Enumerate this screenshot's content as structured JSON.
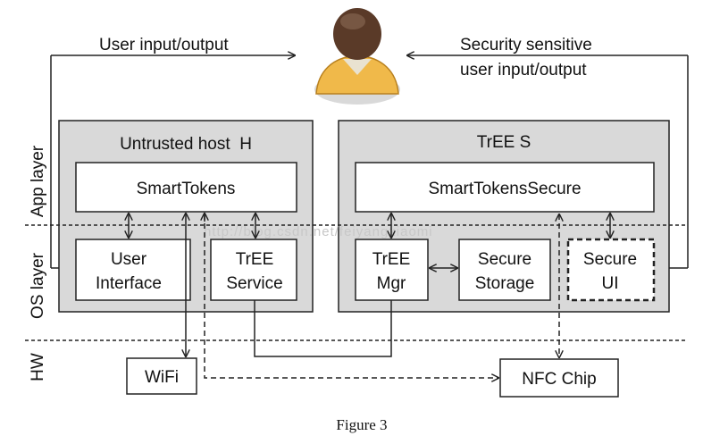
{
  "labels": {
    "user_io": "User input/output",
    "secure_io_line1": "Security sensitive",
    "secure_io_line2": "user input/output",
    "untrusted_host": "Untrusted host  H",
    "tree": "TrEE S",
    "smarttokens": "SmartTokens",
    "smarttokens_secure": "SmartTokensSecure",
    "user_interface_line1": "User",
    "user_interface_line2": "Interface",
    "tree_service_line1": "TrEE",
    "tree_service_line2": "Service",
    "tree_mgr_line1": "TrEE",
    "tree_mgr_line2": "Mgr",
    "secure_storage_line1": "Secure",
    "secure_storage_line2": "Storage",
    "secure_ui_line1": "Secure",
    "secure_ui_line2": "UI",
    "wifi": "WiFi",
    "nfc_chip": "NFC Chip",
    "app_layer": "App layer",
    "os_layer": "OS layer",
    "hw": "HW",
    "watermark": "http://blog.csdn.net/feiyangxiaomi",
    "caption": "Figure 3"
  },
  "colors": {
    "container_fill": "#d9d9d9",
    "box_fill": "#ffffff",
    "stroke": "#222222",
    "user_skin": "#5a3a28",
    "user_shirt": "#f0b94a",
    "watermark": "#c8c8c8"
  },
  "icons": {
    "user": "person-icon"
  }
}
